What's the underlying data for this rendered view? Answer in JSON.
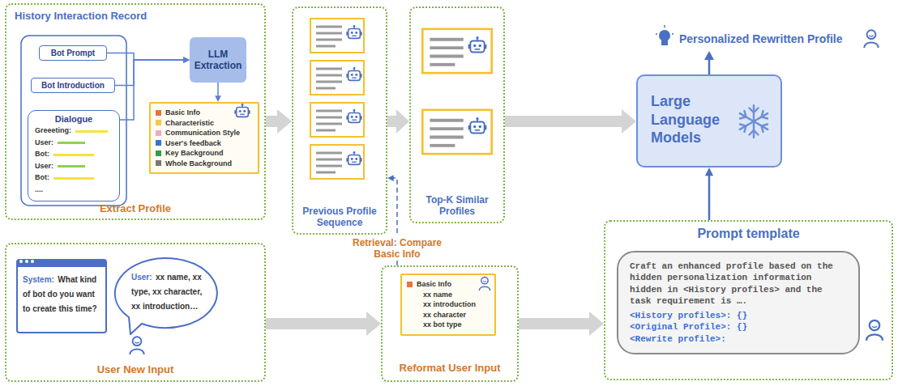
{
  "diagram": {
    "nodes": [
      {
        "text": [
          "History Interaction Record",
          "Extract Profile"
        ]
      },
      {
        "text": [
          "Bot Prompt"
        ],
        "in": 0
      },
      {
        "text": [
          "Bot Introduction"
        ],
        "in": 0
      },
      {
        "text": [
          "Dialogue",
          "Greeeting:",
          "User:",
          "Bot:",
          "User:",
          "Bot:",
          "...."
        ],
        "in": 0
      },
      {
        "text": [
          "LLM Extraction"
        ],
        "in": 0
      },
      {
        "text": [
          "Basic Info",
          "Characteristic",
          "Communication Style",
          "User's feedback",
          "Key Background",
          "Whole Background"
        ],
        "in": 0
      },
      {
        "text": [
          "Previous Profile Sequence"
        ]
      },
      {
        "text": [
          "Top-K Similar Profiles"
        ]
      },
      {
        "text": [
          "Large Language Models"
        ]
      },
      {
        "text": [
          "User New Input"
        ]
      },
      {
        "text": [
          "System:",
          "What kind of bot do you want to create this time?"
        ],
        "in": 9
      },
      {
        "text": [
          "User:",
          "xx name, xx type, xx character, xx introduction…"
        ],
        "in": 9
      },
      {
        "text": [
          "Reformat User Input"
        ]
      },
      {
        "text": [
          "Basic Info",
          "xx name",
          "xx introduction",
          "xx character",
          "xx bot type"
        ],
        "in": 12
      },
      {
        "text": [
          "Prompt template"
        ]
      },
      {
        "text": [
          "Craft an enhanced profile based on the hidden personalization information hidden in <History profiles> and the task requirement is ….",
          "<History profiles>: {}",
          "<Original Profile>: {}",
          "<Rewrite profile>:"
        ],
        "in": 14
      }
    ],
    "edges": [
      {
        "from": 1,
        "to": 4,
        "arrow": "to"
      },
      {
        "from": 2,
        "to": 4,
        "arrow": "to"
      },
      {
        "from": 3,
        "to": 4,
        "arrow": "to"
      },
      {
        "from": 4,
        "to": 5,
        "arrow": "to"
      },
      {
        "from": 0,
        "to": 6,
        "arrow": "to"
      },
      {
        "from": 6,
        "to": 7,
        "arrow": "to"
      },
      {
        "from": 7,
        "to": 8,
        "arrow": "to"
      },
      {
        "from": 9,
        "to": 12,
        "arrow": "to"
      },
      {
        "from": 12,
        "to": 14,
        "arrow": "to"
      },
      {
        "from": 14,
        "to": 8,
        "arrow": "to"
      },
      {
        "from": 12,
        "to": 6,
        "arrow": "to"
      }
    ],
    "labels": [
      "Personalized Rewritten Profile",
      "Retrieval: Compare Basic Info"
    ]
  }
}
